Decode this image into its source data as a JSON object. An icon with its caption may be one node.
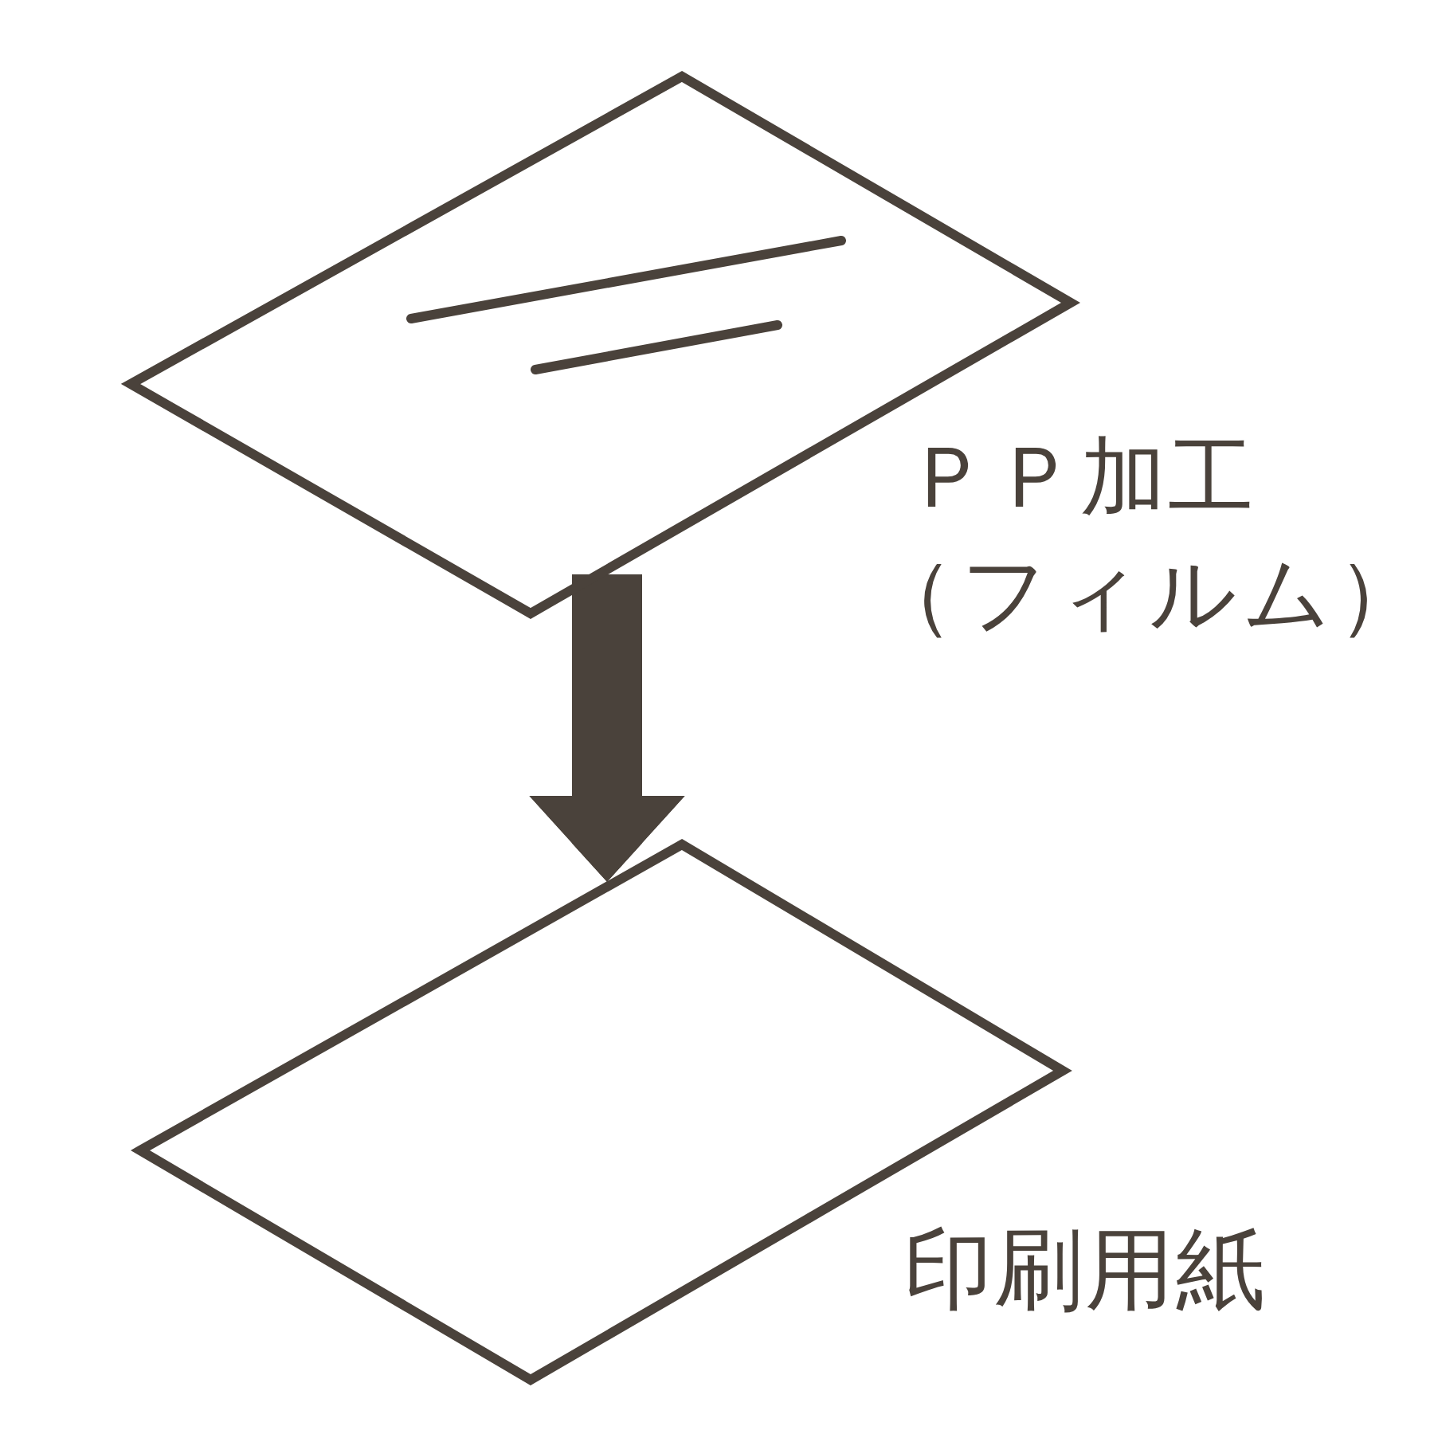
{
  "diagram": {
    "nodes": [
      {
        "text": [
          "ＰＰ加工",
          "（フィルム）"
        ]
      },
      {
        "text": [
          "印刷用紙"
        ]
      }
    ],
    "edges": [
      {
        "from": 0,
        "to": 1,
        "arrow": "to"
      }
    ]
  }
}
